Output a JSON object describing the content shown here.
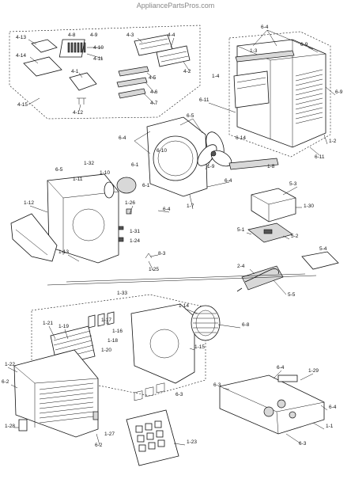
{
  "watermark": "AppliancePartsPros.com",
  "labels": [
    "4-13",
    "4-8",
    "4-9",
    "4-10",
    "4-11",
    "4-14",
    "4-3",
    "4-4",
    "4-2",
    "4-5",
    "4-1",
    "4-6",
    "4-7",
    "4-12",
    "4-15",
    "6-4",
    "6-9",
    "1-3",
    "1-4",
    "6-9",
    "6-11",
    "1-2",
    "6-11",
    "6-5",
    "6-10",
    "6-4",
    "6-14",
    "1-9",
    "1-8",
    "6-4",
    "1-7",
    "6-5",
    "1-11",
    "1-32",
    "1-10",
    "6-1",
    "6-1",
    "1-12",
    "1-26",
    "6-4",
    "1-31",
    "1-24",
    "1-13",
    "8-3",
    "1-25",
    "5-3",
    "1-30",
    "5-1",
    "5-2",
    "5-4",
    "2-4",
    "5-5",
    "1-33",
    "1-21",
    "1-19",
    "1-17",
    "1-16",
    "1-18",
    "1-20",
    "1-14",
    "6-8",
    "1-15",
    "6-3",
    "1-22",
    "6-2",
    "1-28",
    "6-2",
    "1-27",
    "1-23",
    "1-29",
    "6-4",
    "6-3",
    "6-4",
    "1-1",
    "6-3"
  ]
}
